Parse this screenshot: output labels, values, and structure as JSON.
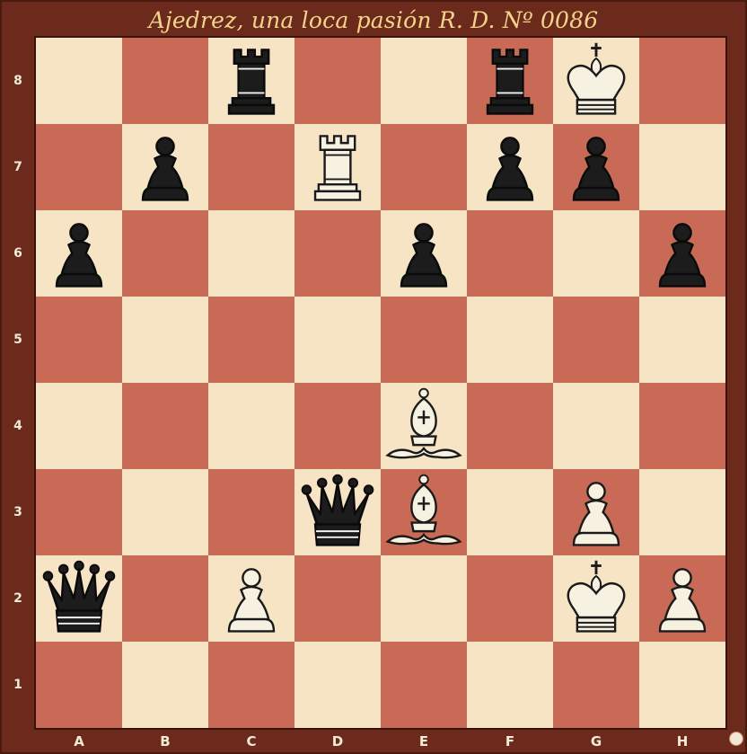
{
  "title": "Ajedrez, una loca pasión R. D. Nº 0086",
  "colors": {
    "light_square": "#f6e4c4",
    "dark_square": "#c86a55",
    "frame": "#6b2a1c",
    "title_text": "#f4d48a"
  },
  "files": [
    "A",
    "B",
    "C",
    "D",
    "E",
    "F",
    "G",
    "H"
  ],
  "ranks": [
    "8",
    "7",
    "6",
    "5",
    "4",
    "3",
    "2",
    "1"
  ],
  "pieces": [
    {
      "square": "c8",
      "color": "black",
      "type": "rook"
    },
    {
      "square": "f8",
      "color": "black",
      "type": "rook"
    },
    {
      "square": "g8",
      "color": "white",
      "type": "king"
    },
    {
      "square": "b7",
      "color": "black",
      "type": "pawn"
    },
    {
      "square": "d7",
      "color": "white",
      "type": "rook"
    },
    {
      "square": "f7",
      "color": "black",
      "type": "pawn"
    },
    {
      "square": "g7",
      "color": "black",
      "type": "pawn"
    },
    {
      "square": "a6",
      "color": "black",
      "type": "pawn"
    },
    {
      "square": "e6",
      "color": "black",
      "type": "pawn"
    },
    {
      "square": "h6",
      "color": "black",
      "type": "pawn"
    },
    {
      "square": "e4",
      "color": "white",
      "type": "bishop"
    },
    {
      "square": "d3",
      "color": "black",
      "type": "queen"
    },
    {
      "square": "e3",
      "color": "white",
      "type": "bishop"
    },
    {
      "square": "g3",
      "color": "white",
      "type": "pawn"
    },
    {
      "square": "a2",
      "color": "black",
      "type": "queen"
    },
    {
      "square": "c2",
      "color": "white",
      "type": "pawn"
    },
    {
      "square": "g2",
      "color": "white",
      "type": "king"
    },
    {
      "square": "h2",
      "color": "white",
      "type": "pawn"
    }
  ],
  "turn_indicator_color": "white"
}
